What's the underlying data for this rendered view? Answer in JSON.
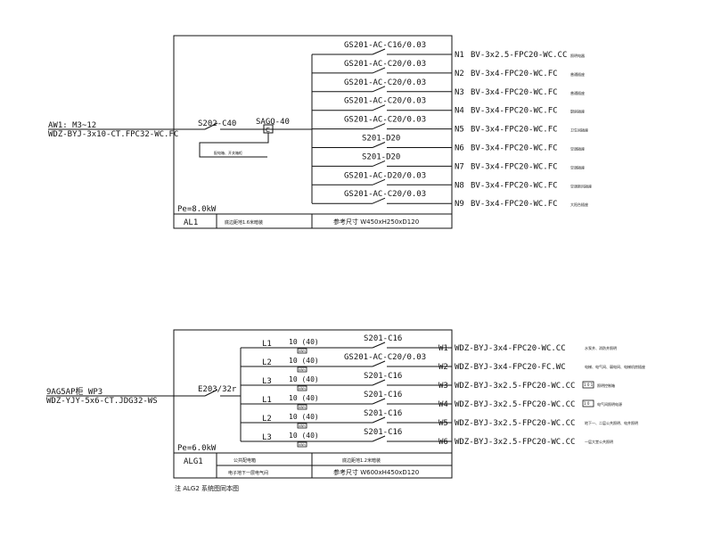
{
  "panel1": {
    "incoming": {
      "name": "AW1: M3~12",
      "cable": "WDZ-BYJ-3x10-CT.FPC32-WC.FC"
    },
    "main_breaker": "S202-C40",
    "surge_protector": "SAGQ-40",
    "spd_symbol": "C",
    "spd_note": "配电箱、开关箱柜",
    "load": "Pe=8.0kW",
    "name": "AL1",
    "install_note": "底边距地1.6米暗装",
    "size": "参考尺寸 W450xH250xD120",
    "circuits": [
      {
        "breaker": "GS201-AC-C16/0.03",
        "id": "N1",
        "cable": "BV-3x2.5-FPC20-WC.CC",
        "use": "照明电器"
      },
      {
        "breaker": "GS201-AC-C20/0.03",
        "id": "N2",
        "cable": "BV-3x4-FPC20-WC.FC",
        "use": "普通插座"
      },
      {
        "breaker": "GS201-AC-C20/0.03",
        "id": "N3",
        "cable": "BV-3x4-FPC20-WC.FC",
        "use": "普通插座"
      },
      {
        "breaker": "GS201-AC-C20/0.03",
        "id": "N4",
        "cable": "BV-3x4-FPC20-WC.FC",
        "use": "厨房插座"
      },
      {
        "breaker": "GS201-AC-C20/0.03",
        "id": "N5",
        "cable": "BV-3x4-FPC20-WC.FC",
        "use": "卫生间插座"
      },
      {
        "breaker": "S201-D20",
        "id": "N6",
        "cable": "BV-3x4-FPC20-WC.FC",
        "use": "空调插座"
      },
      {
        "breaker": "S201-D20",
        "id": "N7",
        "cable": "BV-3x4-FPC20-WC.FC",
        "use": "空调插座"
      },
      {
        "breaker": "GS201-AC-D20/0.03",
        "id": "N8",
        "cable": "BV-3x4-FPC20-WC.FC",
        "use": "空调新风插座"
      },
      {
        "breaker": "GS201-AC-C20/0.03",
        "id": "N9",
        "cable": "BV-3x4-FPC20-WC.FC",
        "use": "大阳台插座"
      }
    ]
  },
  "panel2": {
    "incoming": {
      "name": "9AG5AP柜 WP3",
      "cable": "WDZ-YJY-5x6-CT.JDG32-WS"
    },
    "main_breaker": "E203/32r",
    "load": "Pe=6.0kW",
    "name": "ALG1",
    "room_note": "公共配电箱",
    "install_note": "底边距地1.2米暗装",
    "area_note": "电子地下一层电气间",
    "size": "参考尺寸 W600xH450xD120",
    "footnote": "注 ALG2 系统图同本图",
    "circuits": [
      {
        "phase": "L1",
        "meter": "10 (40)",
        "meter_tag": "kWh",
        "breaker": "S201-C16",
        "id": "W1",
        "cable": "WDZ-BYJ-3x4-FPC20-WC.CC",
        "use": "水泵井、消防井照明"
      },
      {
        "phase": "L2",
        "meter": "10 (40)",
        "meter_tag": "kWh",
        "breaker": "GS201-AC-C20/0.03",
        "id": "W2",
        "cable": "WDZ-BYJ-3x4-FPC20-FC.WC",
        "use": "电梯、电气间、弱电间、电梯机房插座"
      },
      {
        "phase": "L3",
        "meter": "10 (40)",
        "meter_tag": "kWh",
        "breaker": "S201-C16",
        "id": "W3",
        "cable": "WDZ-BYJ-3x2.5-FPC20-WC.CC",
        "use": "照明控制箱",
        "box": "1 0 1"
      },
      {
        "phase": "L1",
        "meter": "10 (40)",
        "meter_tag": "kWh",
        "breaker": "S201-C16",
        "id": "W4",
        "cable": "WDZ-BYJ-3x2.5-FPC20-WC.CC",
        "use": "电气间照明电源",
        "box": "1 0"
      },
      {
        "phase": "L2",
        "meter": "10 (40)",
        "meter_tag": "kWh",
        "breaker": "S201-C16",
        "id": "W5",
        "cable": "WDZ-BYJ-3x2.5-FPC20-WC.CC",
        "use": "地下一、二层公共照明、电井照明"
      },
      {
        "phase": "L3",
        "meter": "10 (40)",
        "meter_tag": "kWh",
        "breaker": "S201-C16",
        "id": "W6",
        "cable": "WDZ-BYJ-3x2.5-FPC20-WC.CC",
        "use": "一层大堂公共照明"
      }
    ]
  }
}
